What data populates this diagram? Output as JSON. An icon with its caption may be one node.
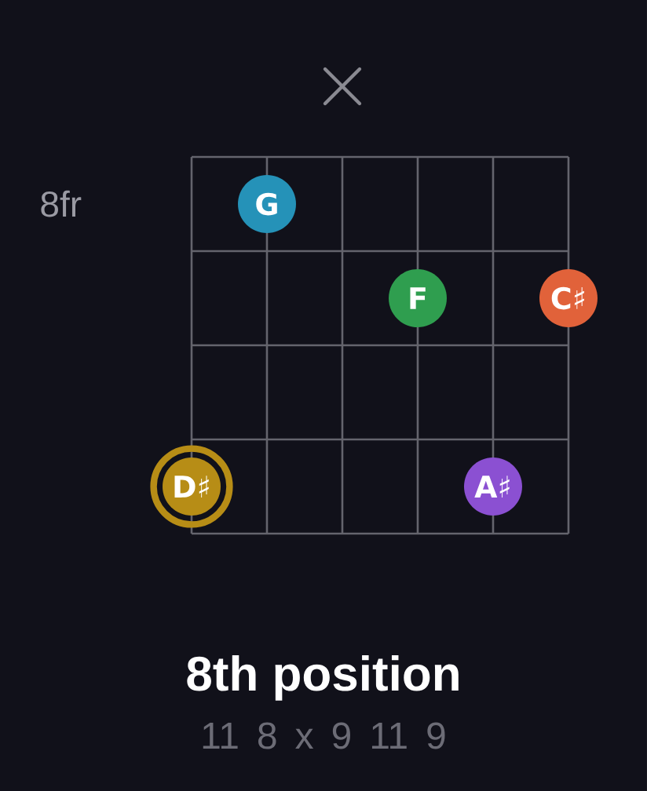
{
  "diagram": {
    "title": "8th position",
    "nodes": [
      {
        "text": [
          "G"
        ]
      },
      {
        "text": [
          "F"
        ]
      },
      {
        "text": [
          "C♯"
        ]
      },
      {
        "text": [
          "D♯"
        ]
      },
      {
        "text": [
          "A♯"
        ]
      }
    ],
    "labels": [
      "8fr",
      "11 8 x 9 11 9"
    ]
  }
}
